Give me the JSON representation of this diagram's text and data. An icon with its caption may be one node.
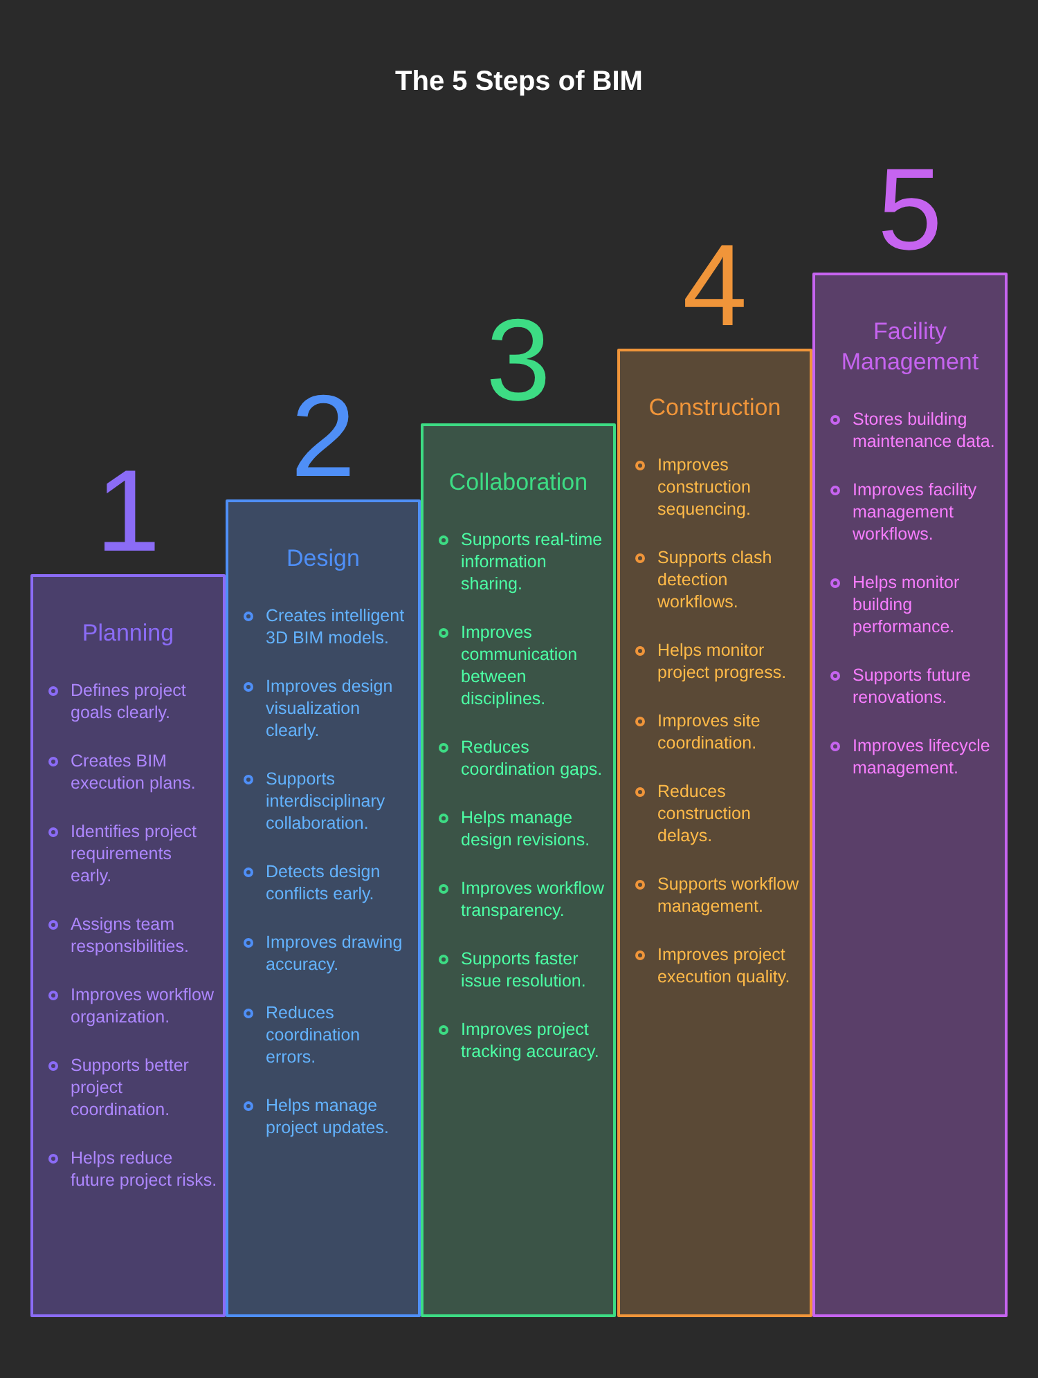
{
  "diagram": {
    "title": "The 5 Steps of BIM",
    "nodes": [
      {
        "text": [
          "Planning",
          "Defines project goals clearly.",
          "Creates BIM execution plans.",
          "Identifies project requirements early.",
          "Assigns team responsibilities.",
          "Improves workflow organization.",
          "Supports better project coordination.",
          "Helps reduce future project risks."
        ],
        "beside": [
          "1"
        ]
      },
      {
        "text": [
          "Design",
          "Creates intelligent 3D BIM models.",
          "Improves design visualization clearly.",
          "Supports interdisciplinary collaboration.",
          "Detects design conflicts early.",
          "Improves drawing accuracy.",
          "Reduces coordination errors.",
          "Helps manage project updates."
        ],
        "beside": [
          "2"
        ]
      },
      {
        "text": [
          "Collaboration",
          "Supports real-time information sharing.",
          "Improves communication between disciplines.",
          "Reduces coordination gaps.",
          "Helps manage design revisions.",
          "Improves workflow transparency.",
          "Supports faster issue resolution.",
          "Improves project tracking accuracy."
        ],
        "beside": [
          "3"
        ]
      },
      {
        "text": [
          "Construction",
          "Improves construction sequencing.",
          "Supports clash detection workflows.",
          "Helps monitor project progress.",
          "Improves site coordination.",
          "Reduces construction delays.",
          "Supports workflow management.",
          "Improves project execution quality."
        ],
        "beside": [
          "4"
        ]
      },
      {
        "text": [
          "Facility Management",
          "Stores building maintenance data.",
          "Improves facility management workflows.",
          "Helps monitor building performance.",
          "Supports future renovations.",
          "Improves lifecycle management."
        ],
        "beside": [
          "5"
        ]
      }
    ]
  }
}
